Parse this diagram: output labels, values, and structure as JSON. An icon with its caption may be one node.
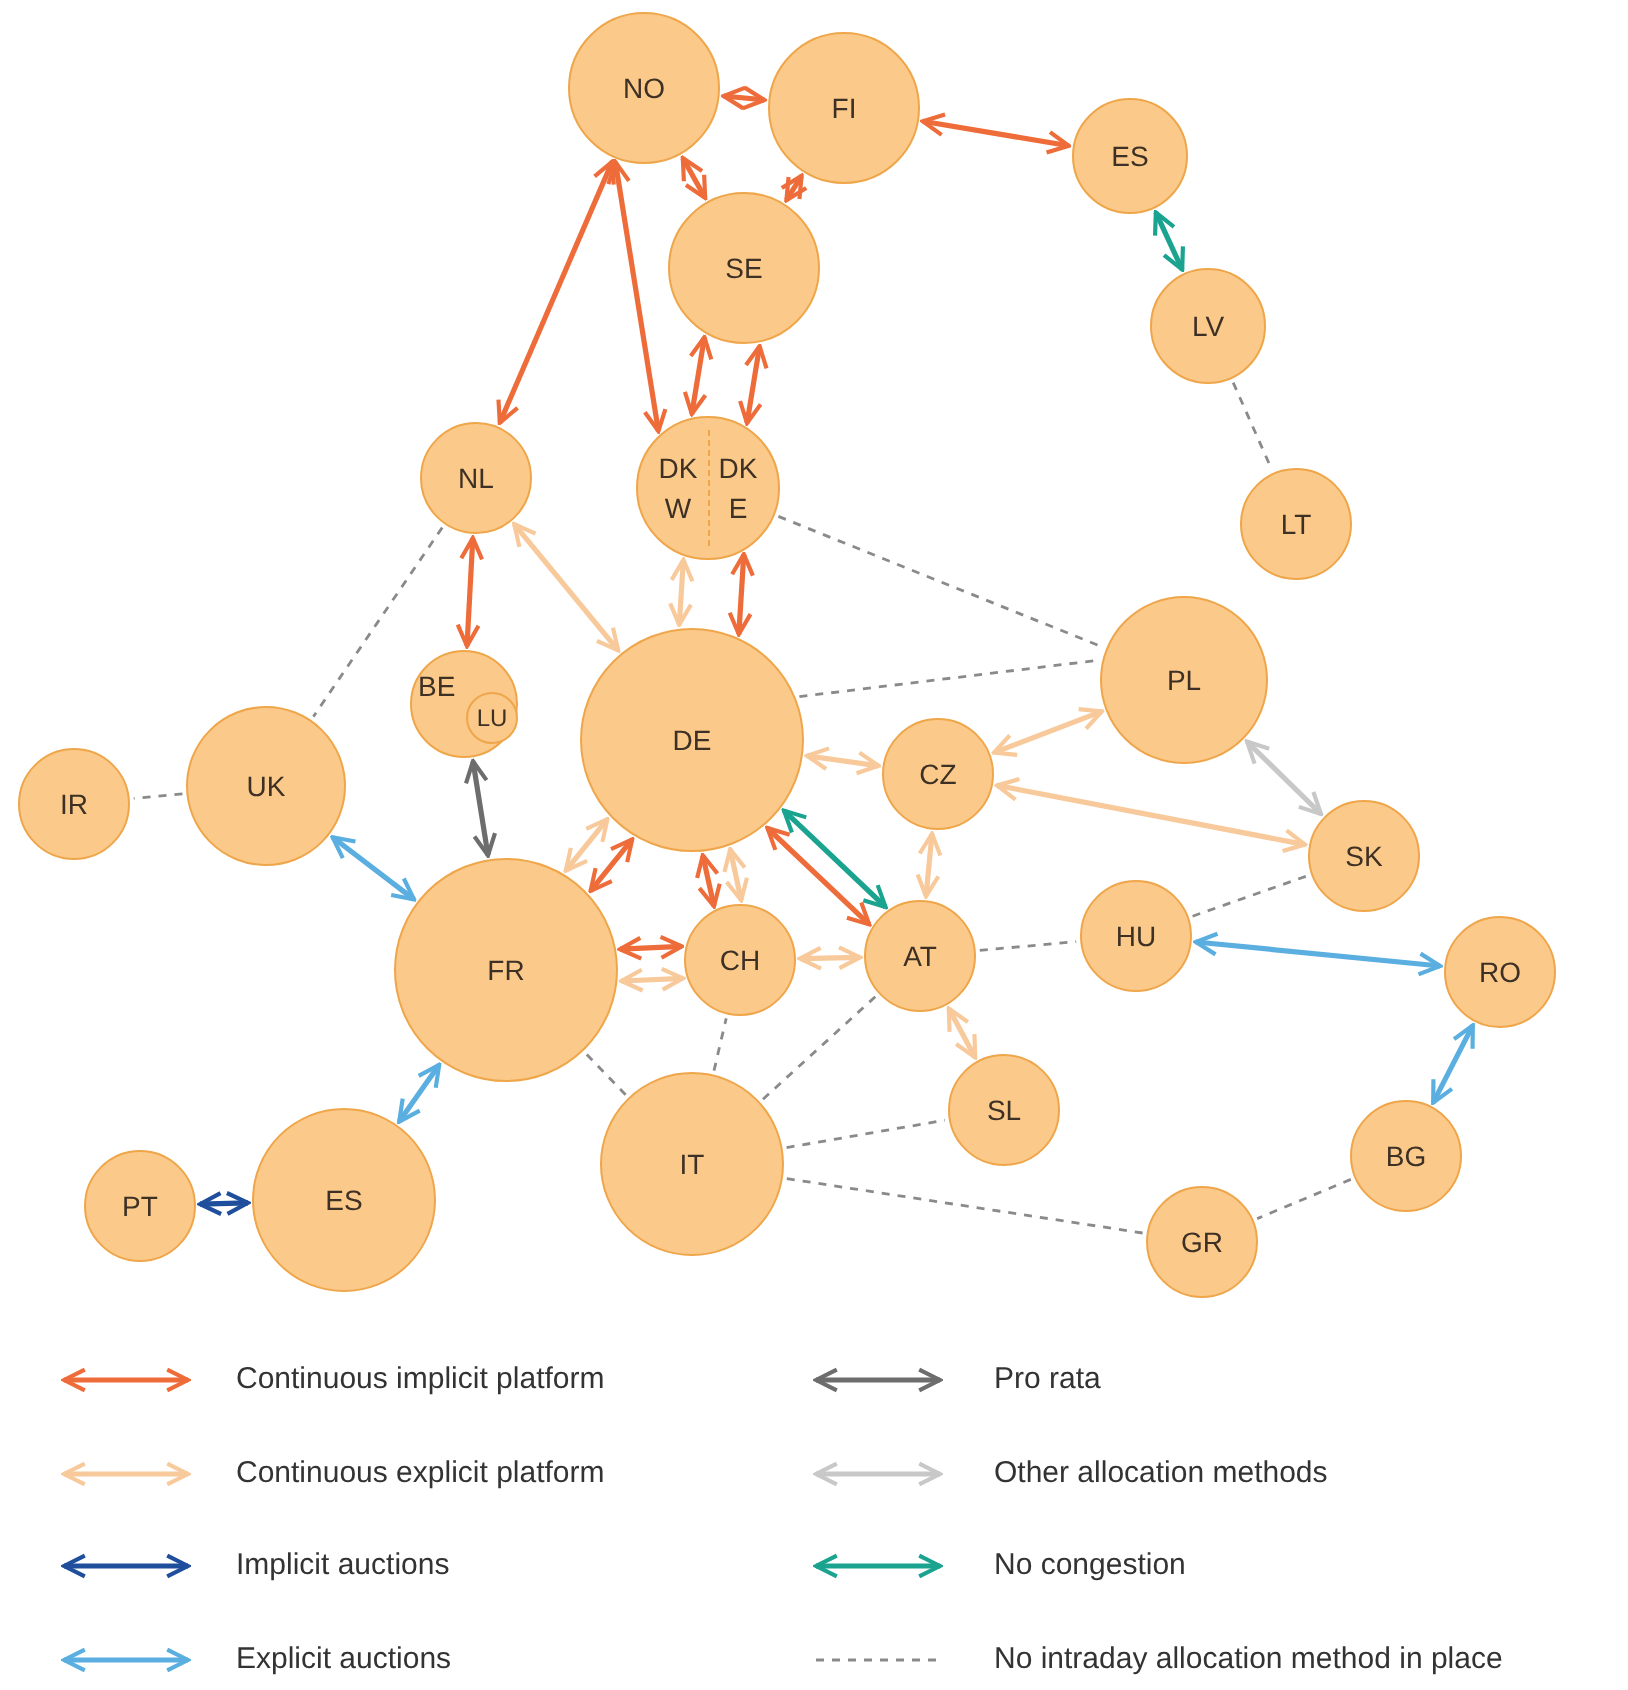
{
  "diagram": {
    "nodes": [
      {
        "text": [
          "NO"
        ]
      },
      {
        "text": [
          "FI"
        ]
      },
      {
        "text": [
          "ES"
        ]
      },
      {
        "text": [
          "SE"
        ]
      },
      {
        "text": [
          "LV"
        ]
      },
      {
        "text": [
          "NL"
        ]
      },
      {
        "text": [
          "DK W",
          "DK E"
        ]
      },
      {
        "text": [
          "LT"
        ]
      },
      {
        "text": [
          "BE"
        ]
      },
      {
        "text": [
          "LU"
        ],
        "in": 8
      },
      {
        "text": [
          "PL"
        ]
      },
      {
        "text": [
          "DE"
        ]
      },
      {
        "text": [
          "IR"
        ]
      },
      {
        "text": [
          "UK"
        ]
      },
      {
        "text": [
          "CZ"
        ]
      },
      {
        "text": [
          "SK"
        ]
      },
      {
        "text": [
          "FR"
        ]
      },
      {
        "text": [
          "CH"
        ]
      },
      {
        "text": [
          "AT"
        ]
      },
      {
        "text": [
          "HU"
        ]
      },
      {
        "text": [
          "RO"
        ]
      },
      {
        "text": [
          "SL"
        ]
      },
      {
        "text": [
          "IT"
        ]
      },
      {
        "text": [
          "BG"
        ]
      },
      {
        "text": [
          "ES"
        ]
      },
      {
        "text": [
          "PT"
        ]
      },
      {
        "text": [
          "GR"
        ]
      }
    ],
    "edges": [
      {
        "from": 0,
        "to": 1,
        "arrow": "both",
        "color": "#ee6c3a"
      },
      {
        "from": 0,
        "to": 3,
        "arrow": "both",
        "color": "#ee6c3a"
      },
      {
        "from": 1,
        "to": 3,
        "arrow": "both",
        "color": "#ee6c3a"
      },
      {
        "from": 1,
        "to": 2,
        "arrow": "both",
        "color": "#ee6c3a"
      },
      {
        "from": 2,
        "to": 4,
        "arrow": "both",
        "color": "#1aa38f"
      },
      {
        "from": 4,
        "to": 7,
        "arrow": "none",
        "style": "dashed",
        "color": "#8a8a8a"
      },
      {
        "from": 0,
        "to": 5,
        "arrow": "both",
        "color": "#ee6c3a"
      },
      {
        "from": 0,
        "to": 6,
        "arrow": "both",
        "color": "#ee6c3a"
      },
      {
        "from": 3,
        "to": 6,
        "arrow": "both",
        "color": "#ee6c3a"
      },
      {
        "from": 3,
        "to": 6,
        "arrow": "both",
        "color": "#ee6c3a"
      },
      {
        "from": 6,
        "to": 11,
        "arrow": "both",
        "color": "#f8c99a"
      },
      {
        "from": 6,
        "to": 11,
        "arrow": "both",
        "color": "#ee6c3a"
      },
      {
        "from": 5,
        "to": 11,
        "arrow": "both",
        "color": "#f8c99a"
      },
      {
        "from": 5,
        "to": 8,
        "arrow": "both",
        "color": "#ee6c3a"
      },
      {
        "from": 5,
        "to": 13,
        "arrow": "none",
        "style": "dashed",
        "color": "#8a8a8a"
      },
      {
        "from": 6,
        "to": 10,
        "arrow": "none",
        "style": "dashed",
        "color": "#8a8a8a"
      },
      {
        "from": 13,
        "to": 12,
        "arrow": "none",
        "style": "dashed",
        "color": "#8a8a8a"
      },
      {
        "from": 13,
        "to": 16,
        "arrow": "both",
        "color": "#5aaee0"
      },
      {
        "from": 8,
        "to": 16,
        "arrow": "both",
        "color": "#6d6d6d"
      },
      {
        "from": 11,
        "to": 10,
        "arrow": "none",
        "style": "dashed",
        "color": "#8a8a8a"
      },
      {
        "from": 11,
        "to": 14,
        "arrow": "both",
        "color": "#f8c99a"
      },
      {
        "from": 14,
        "to": 10,
        "arrow": "both",
        "color": "#f8c99a"
      },
      {
        "from": 14,
        "to": 15,
        "arrow": "both",
        "color": "#f8c99a"
      },
      {
        "from": 10,
        "to": 15,
        "arrow": "both",
        "color": "#c8c8c8"
      },
      {
        "from": 11,
        "to": 16,
        "arrow": "both",
        "color": "#f8c99a"
      },
      {
        "from": 11,
        "to": 16,
        "arrow": "both",
        "color": "#ee6c3a"
      },
      {
        "from": 11,
        "to": 17,
        "arrow": "both",
        "color": "#ee6c3a"
      },
      {
        "from": 11,
        "to": 17,
        "arrow": "both",
        "color": "#f8c99a"
      },
      {
        "from": 11,
        "to": 18,
        "arrow": "both",
        "color": "#ee6c3a"
      },
      {
        "from": 11,
        "to": 18,
        "arrow": "both",
        "color": "#1aa38f"
      },
      {
        "from": 16,
        "to": 17,
        "arrow": "both",
        "color": "#ee6c3a"
      },
      {
        "from": 16,
        "to": 17,
        "arrow": "both",
        "color": "#f8c99a"
      },
      {
        "from": 17,
        "to": 18,
        "arrow": "both",
        "color": "#f8c99a"
      },
      {
        "from": 14,
        "to": 18,
        "arrow": "both",
        "color": "#f8c99a"
      },
      {
        "from": 18,
        "to": 21,
        "arrow": "both",
        "color": "#f8c99a"
      },
      {
        "from": 18,
        "to": 19,
        "arrow": "none",
        "style": "dashed",
        "color": "#8a8a8a"
      },
      {
        "from": 19,
        "to": 15,
        "arrow": "none",
        "style": "dashed",
        "color": "#8a8a8a"
      },
      {
        "from": 19,
        "to": 20,
        "arrow": "both",
        "color": "#5aaee0"
      },
      {
        "from": 20,
        "to": 23,
        "arrow": "both",
        "color": "#5aaee0"
      },
      {
        "from": 23,
        "to": 26,
        "arrow": "none",
        "style": "dashed",
        "color": "#8a8a8a"
      },
      {
        "from": 22,
        "to": 26,
        "arrow": "none",
        "style": "dashed",
        "color": "#8a8a8a"
      },
      {
        "from": 22,
        "to": 21,
        "arrow": "none",
        "style": "dashed",
        "color": "#8a8a8a"
      },
      {
        "from": 22,
        "to": 18,
        "arrow": "none",
        "style": "dashed",
        "color": "#8a8a8a"
      },
      {
        "from": 22,
        "to": 17,
        "arrow": "none",
        "style": "dashed",
        "color": "#8a8a8a"
      },
      {
        "from": 22,
        "to": 16,
        "arrow": "none",
        "style": "dashed",
        "color": "#8a8a8a"
      },
      {
        "from": 16,
        "to": 24,
        "arrow": "both",
        "color": "#5aaee0"
      },
      {
        "from": 24,
        "to": 25,
        "arrow": "both",
        "color": "#1f4e9c"
      }
    ],
    "legend": [
      {
        "text": "Continuous implicit platform"
      },
      {
        "text": "Continuous explicit platform"
      },
      {
        "text": "Implicit auctions"
      },
      {
        "text": "Explicit auctions"
      },
      {
        "text": "Pro rata"
      },
      {
        "text": "Other allocation methods"
      },
      {
        "text": "No congestion"
      },
      {
        "text": "No intraday allocation method in place"
      }
    ]
  }
}
